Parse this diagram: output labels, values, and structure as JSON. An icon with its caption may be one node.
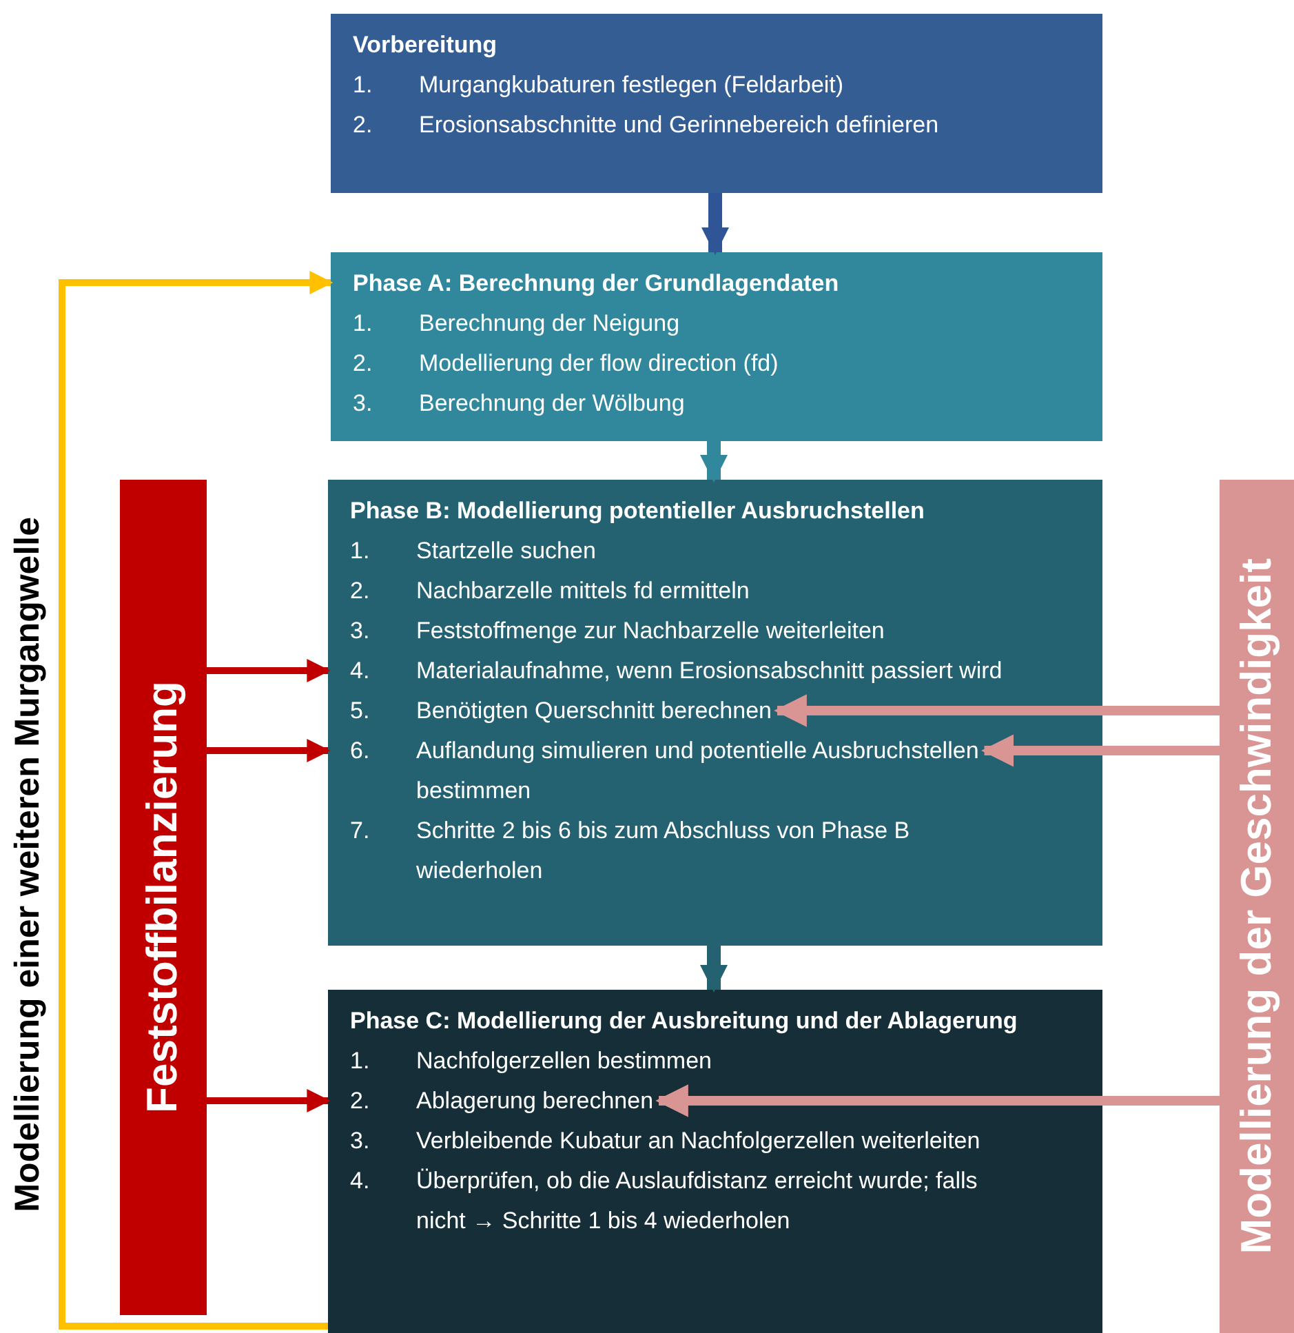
{
  "diagram": {
    "nodes": [
      {
        "text": [
          "Vorbereitung",
          "1.",
          "Murgangkubaturen festlegen (Feldarbeit)",
          "2.",
          "Erosionsabschnitte und Gerinnebereich definieren"
        ]
      },
      {
        "text": [
          "Phase A: Berechnung der Grundlagendaten",
          "1.",
          "Berechnung der Neigung",
          "2.",
          "Modellierung der flow direction (fd)",
          "3.",
          "Berechnung der Wölbung"
        ]
      },
      {
        "text": [
          "Phase B: Modellierung potentieller Ausbruchstellen",
          "1.",
          "Startzelle suchen",
          "2.",
          "Nachbarzelle mittels fd ermitteln",
          "3.",
          "Feststoffmenge zur Nachbarzelle weiterleiten",
          "4.",
          "Materialaufnahme, wenn Erosionsabschnitt passiert wird",
          "5.",
          "Benötigten Querschnitt berechnen",
          "6.",
          "Auflandung simulieren und potentielle Ausbruchstellen bestimmen",
          "7.",
          "Schritte 2 bis 6 bis zum Abschluss von Phase B wiederholen"
        ]
      },
      {
        "text": [
          "Phase C: Modellierung der Ausbreitung und der Ablagerung",
          "1.",
          "Nachfolgerzellen bestimmen",
          "2.",
          "Ablagerung berechnen",
          "3.",
          "Verbleibende Kubatur an Nachfolgerzellen weiterleiten",
          "4.",
          "Überprüfen, ob die Auslaufdistanz erreicht wurde; falls nicht → Schritte 1 bis 4 wiederholen"
        ]
      },
      {
        "text": [
          "Feststoffbilanzierung"
        ]
      },
      {
        "text": [
          "Modellierung der Geschwindigkeit"
        ]
      }
    ],
    "edges": [
      {
        "from": 0,
        "to": 1,
        "arrow": "to",
        "color": "#2f5597"
      },
      {
        "from": 1,
        "to": 2,
        "arrow": "to",
        "color": "#31889c"
      },
      {
        "from": 2,
        "to": 3,
        "arrow": "to",
        "color": "#246171"
      },
      {
        "from": 3,
        "to": 1,
        "arrow": "to",
        "label": "Modellierung einer weiteren Murgangwelle",
        "color": "#ffc000"
      },
      {
        "from": 4,
        "to": 2,
        "arrow": "to",
        "color": "#c00000"
      },
      {
        "from": 4,
        "to": 2,
        "arrow": "to",
        "color": "#c00000"
      },
      {
        "from": 4,
        "to": 3,
        "arrow": "to",
        "color": "#c00000"
      },
      {
        "from": 5,
        "to": 2,
        "arrow": "to",
        "color": "#d99594"
      },
      {
        "from": 5,
        "to": 2,
        "arrow": "to",
        "color": "#d99594"
      },
      {
        "from": 5,
        "to": 3,
        "arrow": "to",
        "color": "#d99594"
      }
    ]
  }
}
